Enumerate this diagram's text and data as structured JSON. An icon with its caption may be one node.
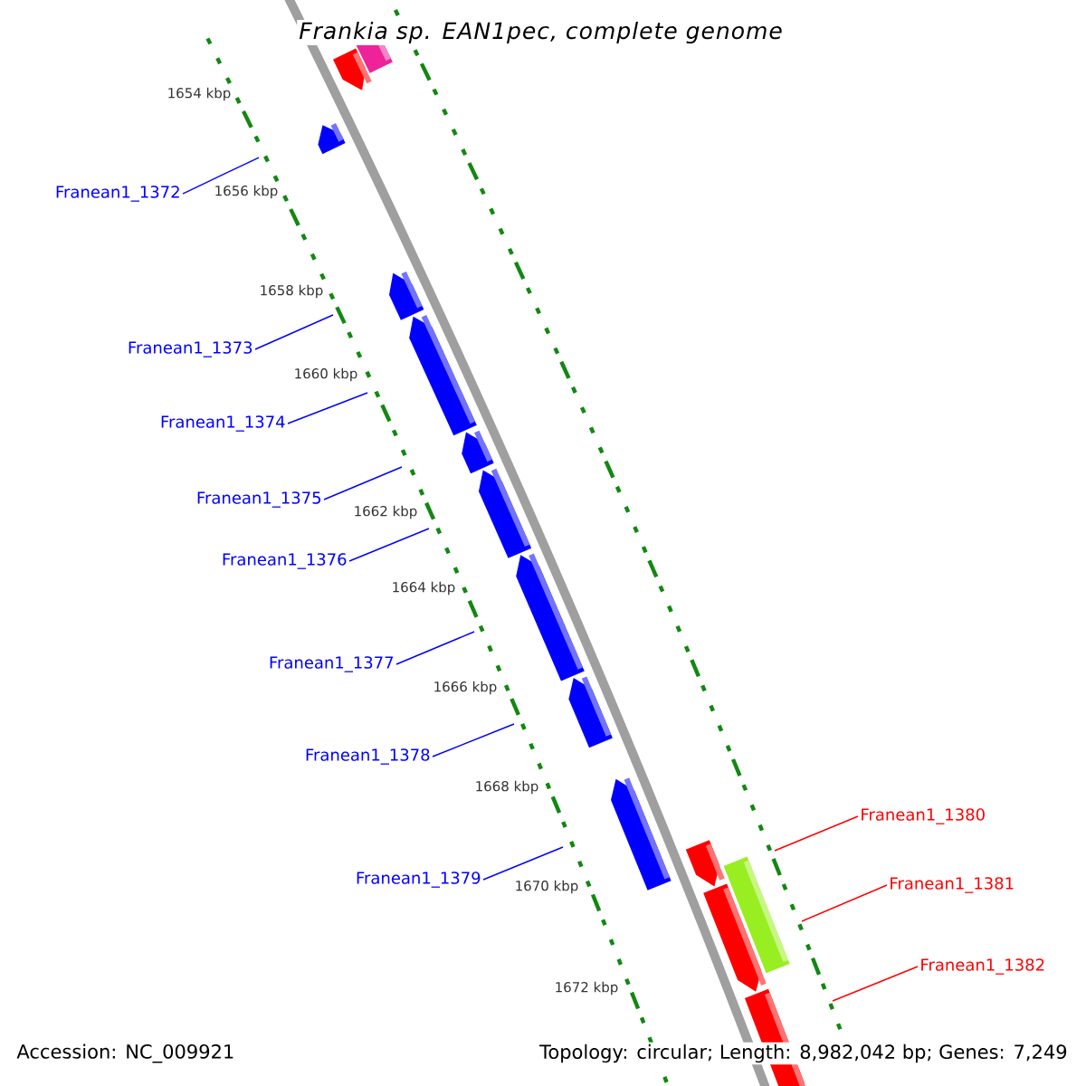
{
  "diagram": {
    "title": "*Frankia sp. EAN1pec, complete genome*",
    "nodes": [
      {
        "text": [
          "Franean1_1372"
        ]
      },
      {
        "text": [
          "Franean1_1373"
        ]
      },
      {
        "text": [
          "Franean1_1374"
        ]
      },
      {
        "text": [
          "Franean1_1375"
        ]
      },
      {
        "text": [
          "Franean1_1376"
        ]
      },
      {
        "text": [
          "Franean1_1377"
        ]
      },
      {
        "text": [
          "Franean1_1378"
        ]
      },
      {
        "text": [
          "Franean1_1379"
        ]
      },
      {
        "text": [
          "Franean1_1380"
        ]
      },
      {
        "text": [
          "Franean1_1381"
        ]
      },
      {
        "text": [
          "Franean1_1382"
        ]
      }
    ],
    "edges": [
      {
        "from": 0,
        "to": null,
        "arrow": "none"
      },
      {
        "from": 1,
        "to": null,
        "arrow": "none"
      },
      {
        "from": 2,
        "to": null,
        "arrow": "none"
      },
      {
        "from": 3,
        "to": null,
        "arrow": "none"
      },
      {
        "from": 4,
        "to": null,
        "arrow": "none"
      },
      {
        "from": 5,
        "to": null,
        "arrow": "none"
      },
      {
        "from": 6,
        "to": null,
        "arrow": "none"
      },
      {
        "from": 7,
        "to": null,
        "arrow": "none"
      },
      {
        "from": 8,
        "to": null,
        "arrow": "none",
        "color": "#ff0000"
      },
      {
        "from": 9,
        "to": null,
        "arrow": "none",
        "color": "#ff0000"
      },
      {
        "from": 10,
        "to": null,
        "arrow": "none",
        "color": "#ff0000"
      }
    ],
    "labels": [
      "1654 kbp",
      "1656 kbp",
      "1658 kbp",
      "1660 kbp",
      "1662 kbp",
      "1664 kbp",
      "1666 kbp",
      "1668 kbp",
      "1670 kbp",
      "1672 kbp",
      "Accession: NC_009921",
      "Topology: circular; Length: 8,982,042 bp; Genes: 7,249"
    ]
  }
}
